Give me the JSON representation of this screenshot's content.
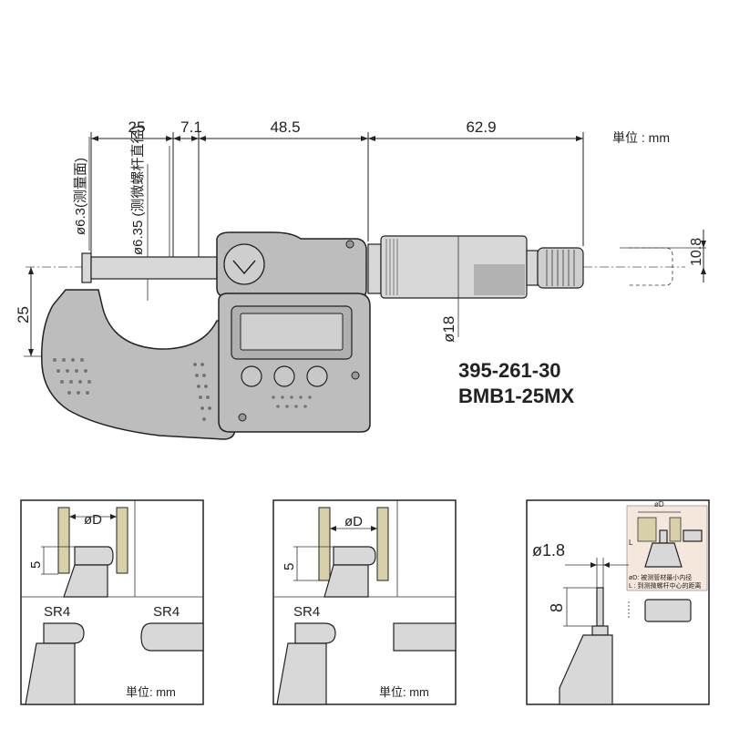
{
  "main": {
    "unit_label": "単位 : mm",
    "dims": {
      "d1": "25",
      "d2": "7.1",
      "d3": "48.5",
      "d4": "62.9",
      "height_right": "10.8",
      "height_left": "25",
      "spindle_dia": "ø6.35",
      "spindle_note": "(测微螺杆直径)",
      "anvil_dia": "ø6.3",
      "anvil_note": "(测量面)",
      "thimble_dia": "ø18"
    },
    "model": {
      "code": "395-261-30",
      "name": "BMB1-25MX"
    }
  },
  "panels": {
    "p1": {
      "od_label": "øD",
      "depth": "5",
      "sr_left": "SR4",
      "sr_right": "SR4",
      "unit_label": "単位: mm"
    },
    "p2": {
      "od_label": "øD",
      "depth": "5",
      "sr_left": "SR4",
      "unit_label": "単位: mm"
    },
    "p3": {
      "dia": "ø1.8",
      "length": "8",
      "inset_od": "øD",
      "inset_l": "L",
      "note_od": "øD: 被测管材最小内径",
      "note_l": "L : 到测微螺杆中心的距离"
    }
  },
  "colors": {
    "body_gray": "#bdbdbd",
    "light_gray": "#d8d8d8",
    "inset_bg": "#f6e7dc",
    "line": "#222222"
  }
}
